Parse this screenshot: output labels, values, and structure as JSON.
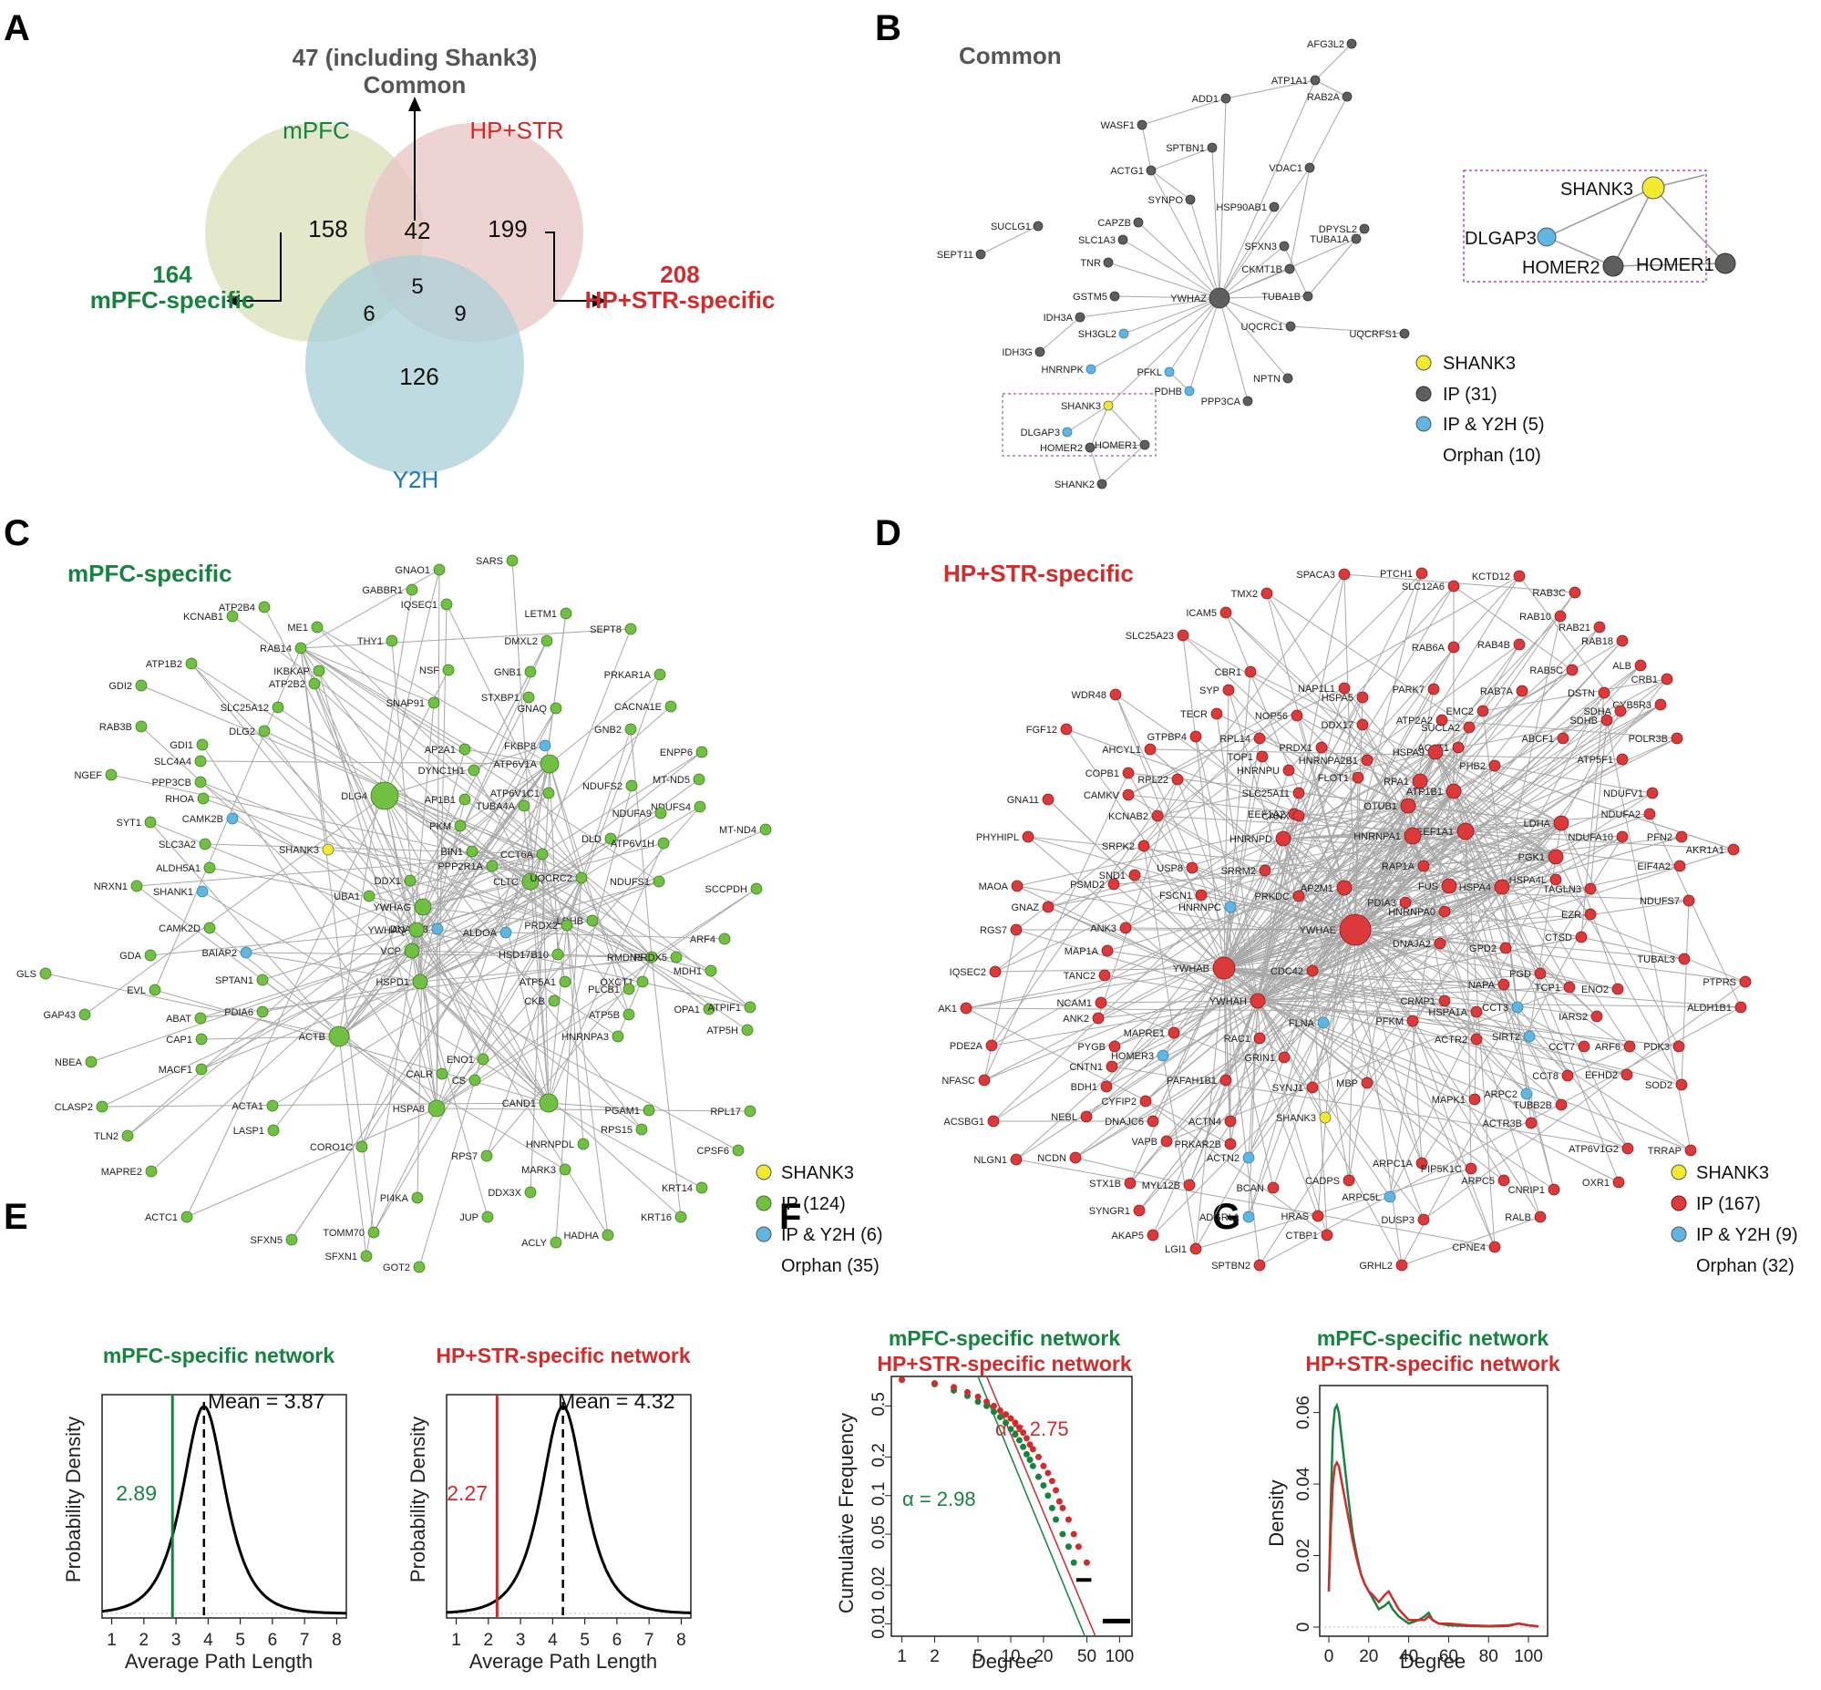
{
  "panel_letters": [
    "A",
    "B",
    "C",
    "D",
    "E",
    "F",
    "G"
  ],
  "colors": {
    "green": "#16843f",
    "red": "#d42a2a",
    "blue": "#1b78bd",
    "gray": "#555555",
    "node_green": "#72c043",
    "node_red": "#dc3a3a",
    "node_gray": "#5e5e5e",
    "node_yellow": "#f2ea2c",
    "node_blue": "#5fb6e3"
  },
  "venn": {
    "common_top": "47 (including Shank3)",
    "common_bottom": "Common",
    "set1": "mPFC",
    "set2": "HP+STR",
    "set3": "Y2H",
    "counts": {
      "only1": "158",
      "only2": "199",
      "only3": "126",
      "s12": "42",
      "s13": "6",
      "s23": "9",
      "all": "5"
    },
    "left_num": "164",
    "left_text": "mPFC-specific",
    "right_num": "208",
    "right_text": "HP+STR-specific"
  },
  "net_b": {
    "title": "Common",
    "genes": [
      "AFG3L2",
      "ATP1A1",
      "RAB2A",
      "ADD1",
      "WASF1",
      "SPTBN1",
      "ACTG1",
      "VDAC1",
      "SYNPO",
      "HSP90AB1",
      "DPYSL2",
      "CAPZB",
      "SLC1A3",
      "SUCLG1",
      "SEPT11",
      "TUBA1A",
      "SFXN3",
      "CKMT1B",
      "TNR",
      "YWHAZ",
      "GSTM5",
      "TUBA1B",
      "IDH3A",
      "UQCRC1",
      "UQCRFS1",
      "SH3GL2",
      "IDH3G",
      "HNRNPK",
      "PFKL",
      "NPTN",
      "PDHB",
      "PPP3CA",
      "SHANK3",
      "DLGAP3",
      "HOMER2",
      "HOMER1",
      "SHANK2"
    ],
    "inset": [
      "SHANK3",
      "DLGAP3",
      "HOMER2",
      "HOMER1"
    ],
    "legend": [
      "SHANK3",
      "IP (31)",
      "IP & Y2H (5)",
      "Orphan (10)"
    ]
  },
  "net_c": {
    "title": "mPFC-specific",
    "genes": [
      "GNAO1",
      "GABBR1",
      "SARS",
      "IQSEC1",
      "ATP2B4",
      "ME1",
      "LETM1",
      "RAB14",
      "THY1",
      "DMXL2",
      "SEPT8",
      "KCNAB1",
      "ATP2B2",
      "NSF",
      "GNB1",
      "ATP1B2",
      "IKBKAP",
      "STXBP1",
      "PRKAR1A",
      "SLC25A12",
      "SNAP91",
      "GNAQ",
      "CACNA1E",
      "GDI2",
      "DLG2",
      "GNB2",
      "FKBP8",
      "ENPP6",
      "RAB3B",
      "GDI1",
      "AP2A1",
      "SLC4A4",
      "DYNC1H1",
      "ATP6V1A",
      "MT-ND5",
      "PPP3CB",
      "AP1B1",
      "NGEF",
      "RHOA",
      "DLG4",
      "ATP6V1C1",
      "NDUFS2",
      "NDUFS4",
      "CAMK2B",
      "PKM",
      "TUBA4A",
      "NDUFA9",
      "MT-ND4",
      "SYT1",
      "SLC3A2",
      "SHANK3",
      "BIN1",
      "CCT6A",
      "DLD",
      "ATP6V1H",
      "SCCPDH",
      "ALDH5A1",
      "DDX1",
      "CLTC",
      "UQCRC2",
      "NDUFS1",
      "ARF4",
      "UBA1",
      "PPP2R1A",
      "LDHB",
      "MDH1",
      "NRXN1",
      "SHANK1",
      "CAMK2D",
      "DNAJA3",
      "ALDOA",
      "PRDX2",
      "RMDN3",
      "PRDX5",
      "GDA",
      "BAIAP2",
      "VCP",
      "YWHAG",
      "OXCT1",
      "GLS",
      "EVL",
      "SPTAN1",
      "YWHAQ",
      "HSD17B10",
      "OPA1",
      "ABAT",
      "PDIA6",
      "HSPD1",
      "ATP5A1",
      "PLCB1",
      "ATPIF1",
      "GAP43",
      "CAP1",
      "ACTB",
      "CKB",
      "HNRNPA3",
      "ATP5B",
      "ATP5H",
      "NBEA",
      "MACF1",
      "ENO1",
      "CS",
      "CLASP2",
      "ACTA1",
      "CALR",
      "CAND1",
      "PGAM1",
      "RPL17",
      "TLN2",
      "LASP1",
      "HSPA8",
      "RPS15",
      "CPSF6",
      "MAPRE2",
      "CORO1C",
      "RPS7",
      "HNRNPDL",
      "ACTC1",
      "MARK3",
      "KRT14",
      "TOMM70",
      "PI4KA",
      "DDX3X",
      "SFXN5",
      "JUP",
      "KRT16",
      "SFXN1",
      "GOT2",
      "ACLY",
      "HADHA"
    ],
    "legend": [
      "SHANK3",
      "IP (124)",
      "IP & Y2H (6)",
      "Orphan (35)"
    ]
  },
  "net_d": {
    "title": "HP+STR-specific",
    "genes": [
      "SPACA3",
      "PTCH1",
      "KCTD12",
      "TMX2",
      "SLC12A6",
      "RAB3C",
      "ICAM5",
      "RAB10",
      "RAB4B",
      "RAB21",
      "SLC25A23",
      "RAB6A",
      "RAB18",
      "CBR1",
      "PARK7",
      "RAB7A",
      "RAB5C",
      "ALB",
      "CRB1",
      "SYP",
      "NAP1L1",
      "DSTN",
      "CYB5R3",
      "TECR",
      "NOP56",
      "ATP2A2",
      "EMC2",
      "SDHA",
      "WDR48",
      "GTPBP4",
      "HSPA5",
      "DDX17",
      "SUCLA2",
      "ABCF1",
      "POLR3B",
      "FGF12",
      "AHCYL1",
      "RPL14",
      "PRDX1",
      "ACAT1",
      "SDHB",
      "COPB1",
      "RPL22",
      "TOP1",
      "HNRNPA2B1",
      "HSPA9",
      "PHB2",
      "ATP5F1",
      "CAMKV",
      "HNRNPU",
      "FLOT1",
      "RPA1",
      "NDUFV1",
      "GNA11",
      "KCNAB2",
      "SLC25A11",
      "ATP1B1",
      "LDHA",
      "NDUFA2",
      "EEF1A2",
      "OTUB1",
      "EEF1A1",
      "NDUFA10",
      "PHYHIPL",
      "SRPK2",
      "CANX",
      "HNRNPA1",
      "PFN2",
      "AKR1A1",
      "HNRNPD",
      "RAP1A",
      "HSPA4",
      "PGK1",
      "EIF4A2",
      "MAOA",
      "USP8",
      "SRRM2",
      "PDIA3",
      "FUS",
      "HSPA4L",
      "PSMD2",
      "SND1",
      "PRKDC",
      "AP2M1",
      "HNRNPA0",
      "NDUFS7",
      "GNAZ",
      "FSCN1",
      "YWHAE",
      "DNAJA2",
      "GPD2",
      "TAGLN3",
      "RGS7",
      "ANK3",
      "HNRNPC",
      "NAPA",
      "EZR",
      "MAP1A",
      "CTSD",
      "TUBAL3",
      "IQSEC2",
      "TANC2",
      "YWHAB",
      "CDC42",
      "PGD",
      "PTPRS",
      "AK1",
      "NCAM1",
      "YWHAH",
      "HSPA1A",
      "TCP1",
      "ENO2",
      "ALDH1B1",
      "ANK2",
      "CCT3",
      "IARS2",
      "PDE2A",
      "PYGB",
      "MAPRE1",
      "RAC1",
      "FLNA",
      "CRMP1",
      "SIRT2",
      "CCT7",
      "ARF6",
      "PDK3",
      "CNTN1",
      "HOMER3",
      "PFKM",
      "ACTR2",
      "CCT8",
      "EFHD2",
      "NFASC",
      "BDH1",
      "GRIN1",
      "TUBB2B",
      "SOD2",
      "PAFAH1B1",
      "SYNJ1",
      "MBP",
      "MAPK1",
      "ARPC2",
      "ACSBG1",
      "NEBL",
      "CYFIP2",
      "ACTN4",
      "SHANK3",
      "ACTR3B",
      "TRRAP",
      "NLGN1",
      "NCDN",
      "DNAJC6",
      "ATP6V1G2",
      "VAPB",
      "PRKAR2B",
      "ACTN2",
      "ARPC1A",
      "STX1B",
      "MYL12B",
      "CADPS",
      "PIP5K1C",
      "OXR1",
      "SYNGR1",
      "BCAN",
      "ARPC5L",
      "ARPC5",
      "CNRIP1",
      "AKAP5",
      "ADGRL1",
      "HRAS",
      "DUSP3",
      "RALB",
      "LGI1",
      "CTBP1",
      "CPNE4",
      "SPTBN2",
      "GRHL2"
    ],
    "legend": [
      "SHANK3",
      "IP (167)",
      "IP & Y2H (9)",
      "Orphan (32)"
    ]
  },
  "chart_data": [
    {
      "type": "line",
      "title": "mPFC-specific network",
      "xlabel": "Average Path Length",
      "ylabel": "Probability Density",
      "x_ticks": [
        "1",
        "2",
        "3",
        "4",
        "5",
        "6",
        "7",
        "8"
      ],
      "xlim": [
        0.7,
        8.3
      ],
      "observed": 2.89,
      "observed_label": "2.89",
      "mean": 3.87,
      "mean_label": "Mean = 3.87",
      "curve": "normal-like",
      "sd": 0.75
    },
    {
      "type": "line",
      "title": "HP+STR-specific network",
      "xlabel": "Average Path Length",
      "ylabel": "Probability Density",
      "x_ticks": [
        "1",
        "2",
        "3",
        "4",
        "5",
        "6",
        "7",
        "8"
      ],
      "xlim": [
        0.7,
        8.3
      ],
      "observed": 2.27,
      "observed_label": "2.27",
      "mean": 4.32,
      "mean_label": "Mean = 4.32",
      "curve": "normal-like",
      "sd": 0.75
    },
    {
      "type": "scatter",
      "title": "mPFC-specific network",
      "subtitle": "HP+STR-specific network",
      "xlabel": "Degree",
      "ylabel": "Cumulative Frequency",
      "log_x": true,
      "log_y": true,
      "x_ticks": [
        "1",
        "2",
        "5",
        "10",
        "20",
        "50",
        "100"
      ],
      "y_ticks": [
        "0.01",
        "0.02",
        "0.05",
        "0.1",
        "0.2",
        "0.5"
      ],
      "alpha_green": "α = 2.98",
      "alpha_red": "α = 2.75",
      "series": [
        {
          "name": "mPFC-specific network",
          "color": "#16843f",
          "x": [
            1,
            2,
            3,
            4,
            5,
            6,
            7,
            8,
            9,
            10,
            11,
            12,
            13,
            14,
            15,
            16,
            18,
            20,
            22,
            24,
            26,
            30,
            34,
            38
          ],
          "y": [
            0.8,
            0.74,
            0.66,
            0.6,
            0.54,
            0.5,
            0.45,
            0.41,
            0.37,
            0.33,
            0.3,
            0.27,
            0.24,
            0.21,
            0.19,
            0.17,
            0.14,
            0.12,
            0.1,
            0.08,
            0.065,
            0.05,
            0.04,
            0.03
          ]
        },
        {
          "name": "HP+STR-specific network",
          "color": "#d42a2a",
          "x": [
            1,
            2,
            3,
            4,
            5,
            6,
            7,
            8,
            9,
            10,
            11,
            12,
            13,
            14,
            15,
            16,
            18,
            20,
            22,
            24,
            26,
            28,
            30,
            34,
            38,
            42,
            50
          ],
          "y": [
            0.8,
            0.75,
            0.7,
            0.64,
            0.59,
            0.54,
            0.5,
            0.46,
            0.43,
            0.4,
            0.37,
            0.34,
            0.31,
            0.28,
            0.25,
            0.23,
            0.2,
            0.17,
            0.15,
            0.13,
            0.11,
            0.09,
            0.08,
            0.065,
            0.05,
            0.04,
            0.03
          ]
        }
      ]
    },
    {
      "type": "line",
      "title": "mPFC-specific network",
      "subtitle": "HP+STR-specific network",
      "xlabel": "Degree",
      "ylabel": "Density",
      "xlim": [
        0,
        105
      ],
      "ylim": [
        0,
        0.065
      ],
      "x_ticks": [
        "0",
        "20",
        "40",
        "60",
        "80",
        "100"
      ],
      "y_ticks": [
        "0",
        "0.02",
        "0.04",
        "0.06"
      ],
      "series": [
        {
          "name": "mPFC-specific network",
          "color": "#16843f",
          "x": [
            0,
            1,
            2,
            3,
            4,
            5,
            6,
            8,
            10,
            12,
            14,
            16,
            18,
            20,
            22,
            25,
            28,
            30,
            32,
            35,
            40,
            45,
            48,
            50,
            52,
            55,
            60,
            70,
            80,
            90,
            95,
            100,
            105
          ],
          "y": [
            0.01,
            0.035,
            0.055,
            0.061,
            0.062,
            0.06,
            0.055,
            0.045,
            0.035,
            0.026,
            0.02,
            0.015,
            0.012,
            0.01,
            0.008,
            0.005,
            0.006,
            0.007,
            0.005,
            0.003,
            0.001,
            0.002,
            0.003,
            0.004,
            0.002,
            0.001,
            0.0005,
            0.0003,
            0.0002,
            0.0003,
            0.001,
            0.0005,
            0.0002
          ]
        },
        {
          "name": "HP+STR-specific network",
          "color": "#d42a2a",
          "x": [
            0,
            1,
            2,
            3,
            4,
            5,
            6,
            8,
            10,
            12,
            14,
            16,
            18,
            20,
            22,
            25,
            28,
            30,
            32,
            35,
            40,
            45,
            48,
            50,
            52,
            55,
            60,
            70,
            80,
            90,
            95,
            100,
            105
          ],
          "y": [
            0.01,
            0.028,
            0.04,
            0.045,
            0.046,
            0.045,
            0.042,
            0.036,
            0.03,
            0.024,
            0.019,
            0.015,
            0.012,
            0.01,
            0.009,
            0.007,
            0.009,
            0.01,
            0.008,
            0.005,
            0.002,
            0.002,
            0.002,
            0.003,
            0.002,
            0.001,
            0.001,
            0.0005,
            0.0003,
            0.0005,
            0.001,
            0.0005,
            0.0002
          ]
        }
      ]
    }
  ]
}
